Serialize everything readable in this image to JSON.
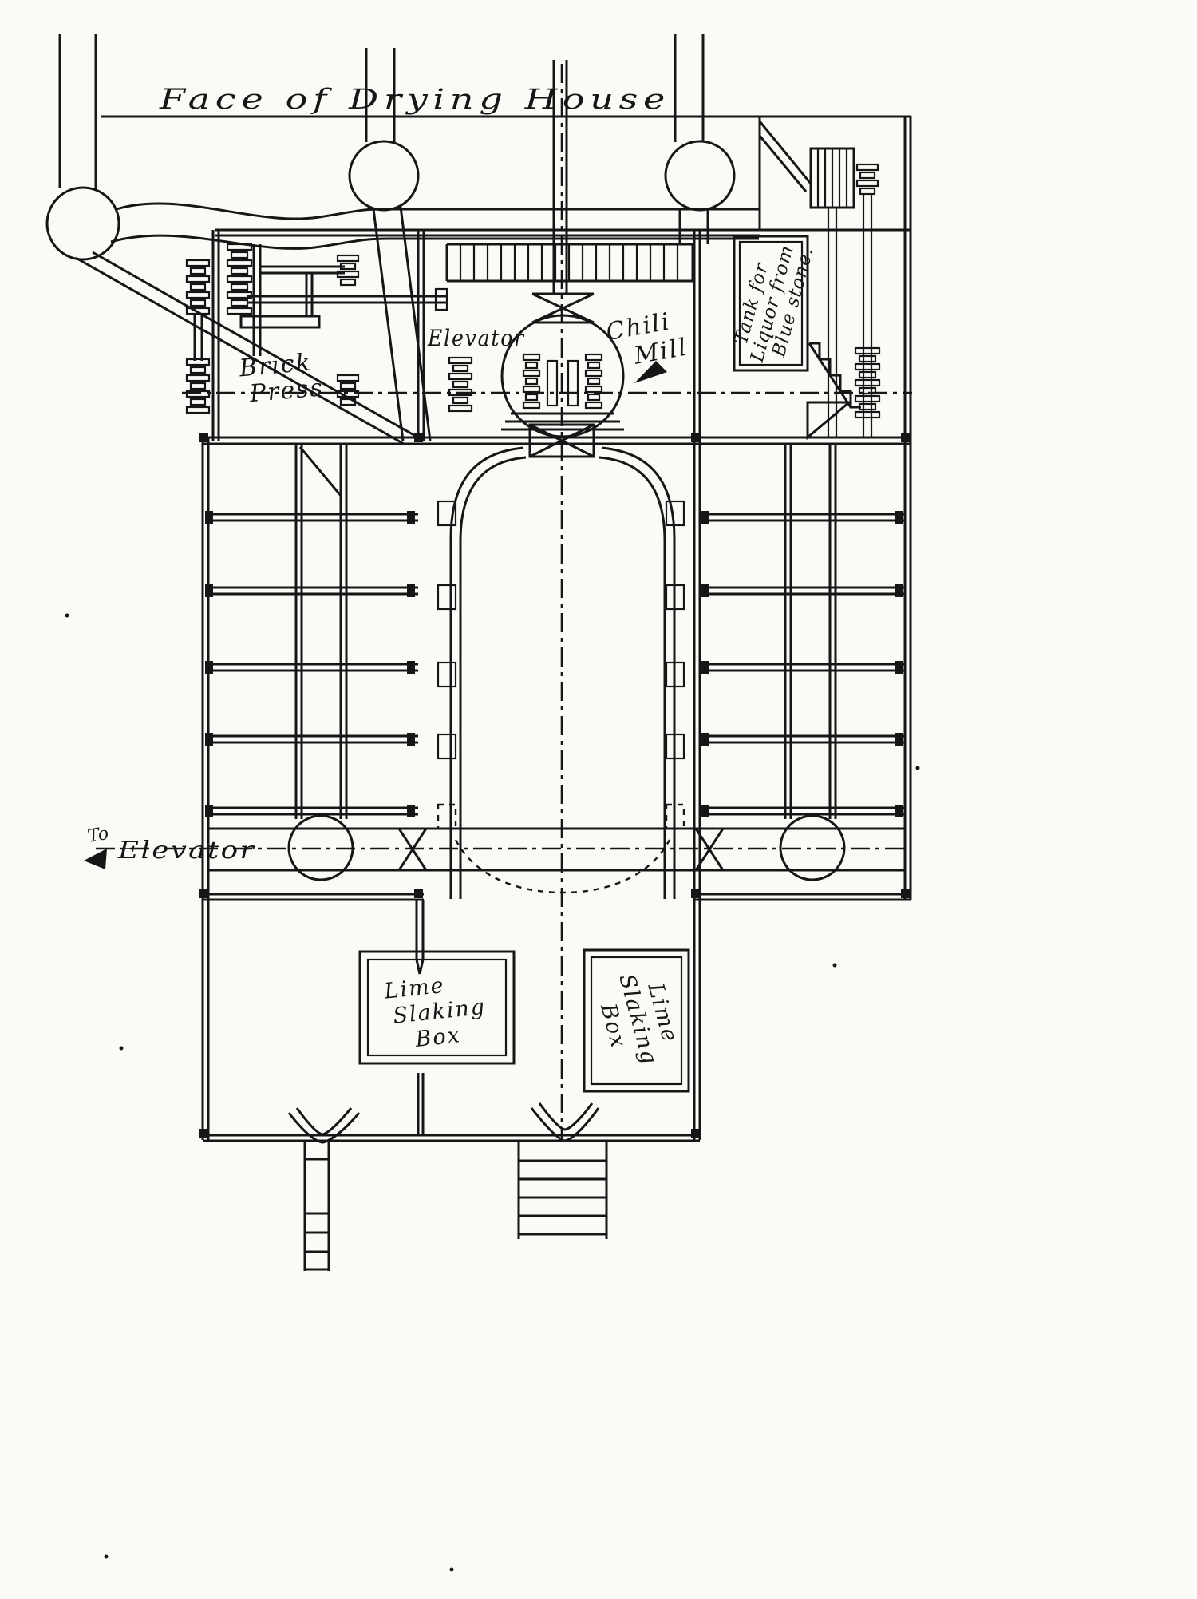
{
  "diagram": {
    "type": "technical-plan-drawing",
    "colors": {
      "ink": "#161616",
      "paper": "#fafaf7"
    },
    "labels": {
      "face": "Face of Drying House",
      "brick1": "Brick",
      "brick2": "Press",
      "elevator_mill": "Elevator",
      "chili1": "Chili",
      "chili2": "Mill",
      "tank1": "Tank for",
      "tank2": "Liquor from",
      "tank3": "Blue stone.",
      "to_word": "To",
      "to_elevator": "Elevator",
      "lime_left": {
        "l1": "Lime",
        "l2": "Slaking",
        "l3": "Box"
      },
      "lime_right": {
        "l1": "Lime",
        "l2": "Slaking",
        "l3": "Box"
      }
    }
  }
}
